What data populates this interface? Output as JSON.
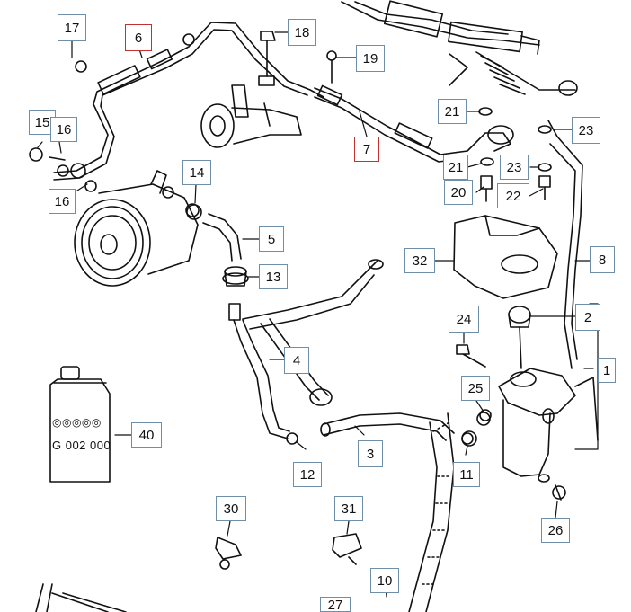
{
  "diagram": {
    "colors": {
      "line": "#111111",
      "callout_border": "#6f8fa8",
      "highlight_border": "#c43030",
      "background": "#ffffff"
    },
    "fluid_can": {
      "logo_text": "◎◎◎◎◎",
      "part_number_text": "G 002 000"
    },
    "callouts": [
      {
        "id": "17",
        "text": "17",
        "highlighted": false
      },
      {
        "id": "6",
        "text": "6",
        "highlighted": true
      },
      {
        "id": "18",
        "text": "18",
        "highlighted": false
      },
      {
        "id": "19",
        "text": "19",
        "highlighted": false
      },
      {
        "id": "15",
        "text": "15",
        "highlighted": false
      },
      {
        "id": "16a",
        "text": "16",
        "highlighted": false
      },
      {
        "id": "16b",
        "text": "16",
        "highlighted": false
      },
      {
        "id": "21a",
        "text": "21",
        "highlighted": false
      },
      {
        "id": "23a",
        "text": "23",
        "highlighted": false
      },
      {
        "id": "7",
        "text": "7",
        "highlighted": true
      },
      {
        "id": "21b",
        "text": "21",
        "highlighted": false
      },
      {
        "id": "23b",
        "text": "23",
        "highlighted": false
      },
      {
        "id": "20",
        "text": "20",
        "highlighted": false
      },
      {
        "id": "22",
        "text": "22",
        "highlighted": false
      },
      {
        "id": "14",
        "text": "14",
        "highlighted": false
      },
      {
        "id": "5",
        "text": "5",
        "highlighted": false
      },
      {
        "id": "32",
        "text": "32",
        "highlighted": false
      },
      {
        "id": "8",
        "text": "8",
        "highlighted": false
      },
      {
        "id": "13",
        "text": "13",
        "highlighted": false
      },
      {
        "id": "24",
        "text": "24",
        "highlighted": false
      },
      {
        "id": "2",
        "text": "2",
        "highlighted": false
      },
      {
        "id": "4",
        "text": "4",
        "highlighted": false
      },
      {
        "id": "1",
        "text": "1",
        "highlighted": false
      },
      {
        "id": "25",
        "text": "25",
        "highlighted": false
      },
      {
        "id": "40",
        "text": "40",
        "highlighted": false
      },
      {
        "id": "3",
        "text": "3",
        "highlighted": false
      },
      {
        "id": "12",
        "text": "12",
        "highlighted": false
      },
      {
        "id": "11",
        "text": "11",
        "highlighted": false
      },
      {
        "id": "26",
        "text": "26",
        "highlighted": false
      },
      {
        "id": "30",
        "text": "30",
        "highlighted": false
      },
      {
        "id": "31",
        "text": "31",
        "highlighted": false
      },
      {
        "id": "10",
        "text": "10",
        "highlighted": false
      },
      {
        "id": "27",
        "text": "27",
        "highlighted": false
      }
    ]
  }
}
